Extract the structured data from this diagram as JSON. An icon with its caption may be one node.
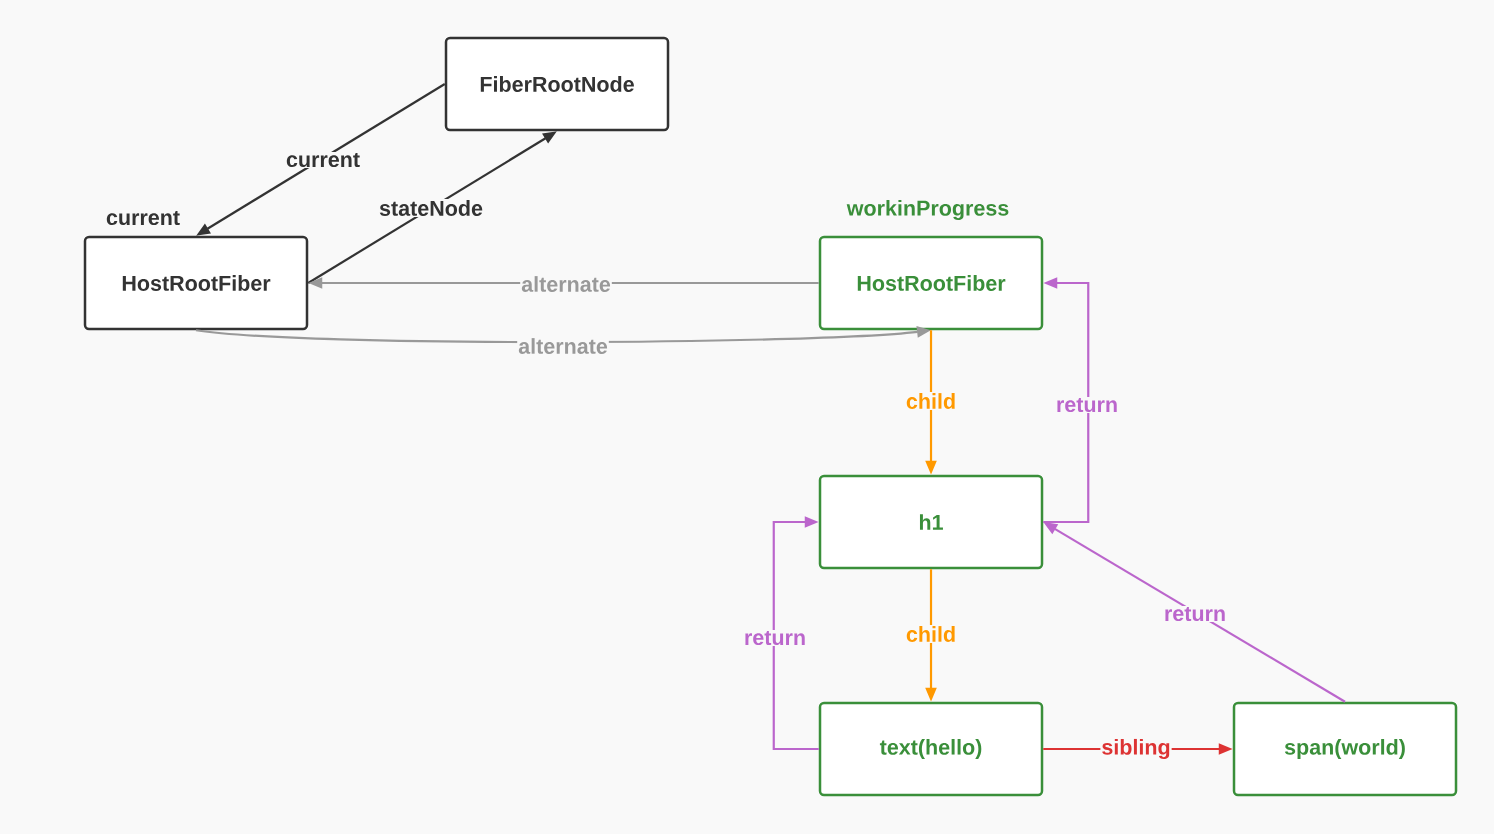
{
  "diagram": {
    "nodes": [
      {
        "text": [
          "FiberRootNode"
        ]
      },
      {
        "text": [
          "HostRootFiber"
        ],
        "beside": [
          "current"
        ]
      },
      {
        "text": [
          "HostRootFiber"
        ],
        "beside": [
          "workinProgress"
        ]
      },
      {
        "text": [
          "h1"
        ]
      },
      {
        "text": [
          "text(hello)"
        ]
      },
      {
        "text": [
          "span(world)"
        ]
      }
    ],
    "edges": [
      {
        "from": 0,
        "to": 1,
        "arrow": "to",
        "label": "current",
        "color": "#333333"
      },
      {
        "from": 1,
        "to": 0,
        "arrow": "to",
        "label": "stateNode",
        "color": "#333333"
      },
      {
        "from": 2,
        "to": 1,
        "arrow": "to",
        "label": "alternate",
        "color": "#999999"
      },
      {
        "from": 1,
        "to": 2,
        "arrow": "to",
        "label": "alternate",
        "color": "#999999"
      },
      {
        "from": 2,
        "to": 3,
        "arrow": "to",
        "label": "child",
        "color": "#ff9900"
      },
      {
        "from": 3,
        "to": 2,
        "arrow": "to",
        "label": "return",
        "color": "#bb66cc"
      },
      {
        "from": 3,
        "to": 4,
        "arrow": "to",
        "label": "child",
        "color": "#ff9900"
      },
      {
        "from": 4,
        "to": 3,
        "arrow": "to",
        "label": "return",
        "color": "#bb66cc"
      },
      {
        "from": 4,
        "to": 5,
        "arrow": "to",
        "label": "sibling",
        "color": "#dd3333"
      },
      {
        "from": 5,
        "to": 3,
        "arrow": "to",
        "label": "return",
        "color": "#bb66cc"
      }
    ]
  }
}
